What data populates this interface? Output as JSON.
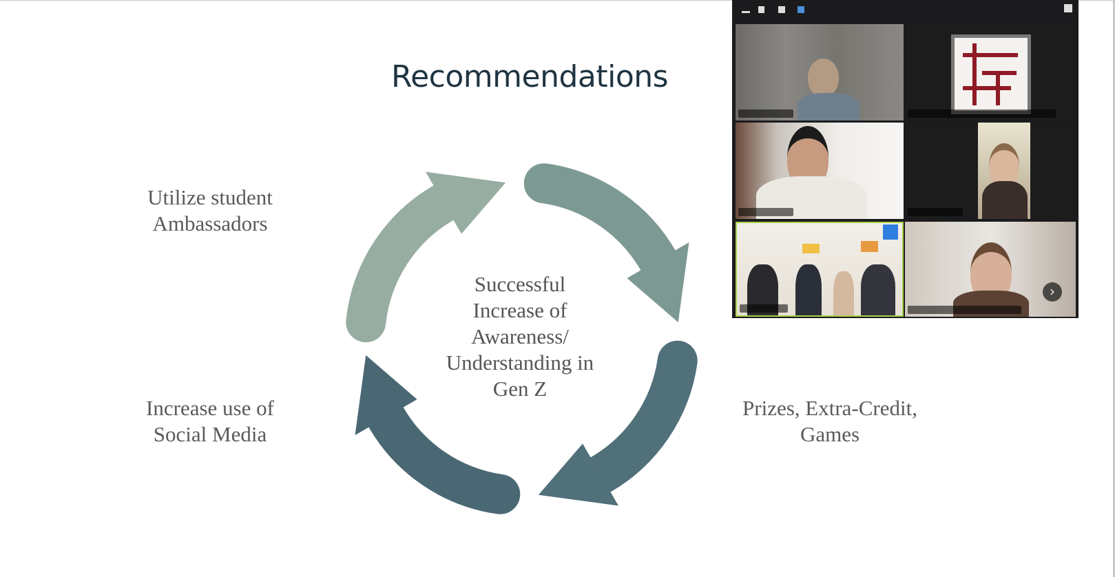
{
  "slide": {
    "title": "Recommendations",
    "center": [
      "Successful",
      "Increase of",
      "Awareness/",
      "Understanding in",
      "Gen Z"
    ],
    "labels": {
      "top_left": [
        "Utilize student",
        "Ambassadors"
      ],
      "bottom_left": [
        "Increase use of",
        "Social Media"
      ],
      "bottom_right": [
        "Prizes, Extra-Credit,",
        "Games"
      ]
    },
    "colors": {
      "arrow_top_right": "#7d9993",
      "arrow_bottom_right": "#50707a",
      "arrow_bottom_left": "#4a6874",
      "arrow_top_left": "#98ada2",
      "title": "#1f3442"
    }
  },
  "video_panel": {
    "next_page_glyph": "›",
    "participant_count": 6
  }
}
